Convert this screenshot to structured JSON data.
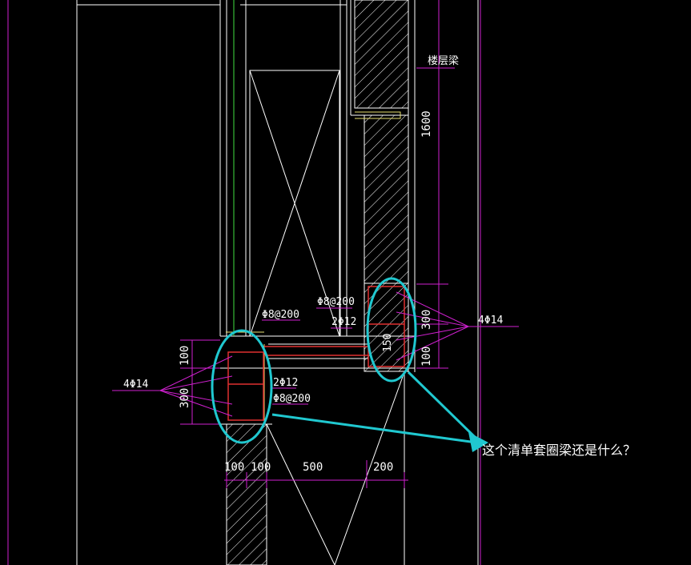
{
  "labels": {
    "floor_beam": "楼层梁",
    "rebar_top_stirrup": "Φ8@200",
    "rebar_left_stirrup": "Φ8@200",
    "rebar_lower_stirrup": "Φ8@200",
    "rebar_2phi12_upper": "2Φ12",
    "rebar_2phi12_lower": "2Φ12",
    "rebar_4phi14_left": "4Φ14",
    "rebar_4phi14_right": "4Φ14",
    "section_150": "150"
  },
  "dimensions": {
    "d1600": "1600",
    "d100_left": "100",
    "d300_left": "300",
    "d300_right": "300",
    "d100_right": "100",
    "bottom_100a": "100",
    "bottom_100b": "100",
    "bottom_500": "500",
    "bottom_200": "200"
  },
  "annotation": {
    "question": "这个清单套圈梁还是什么？"
  },
  "colors": {
    "background": "#000000",
    "line_white": "#ffffff",
    "magenta": "#d020d0",
    "cyan": "#20c8d0",
    "red": "#e03030",
    "yellow": "#e8e070",
    "green": "#40e040"
  }
}
